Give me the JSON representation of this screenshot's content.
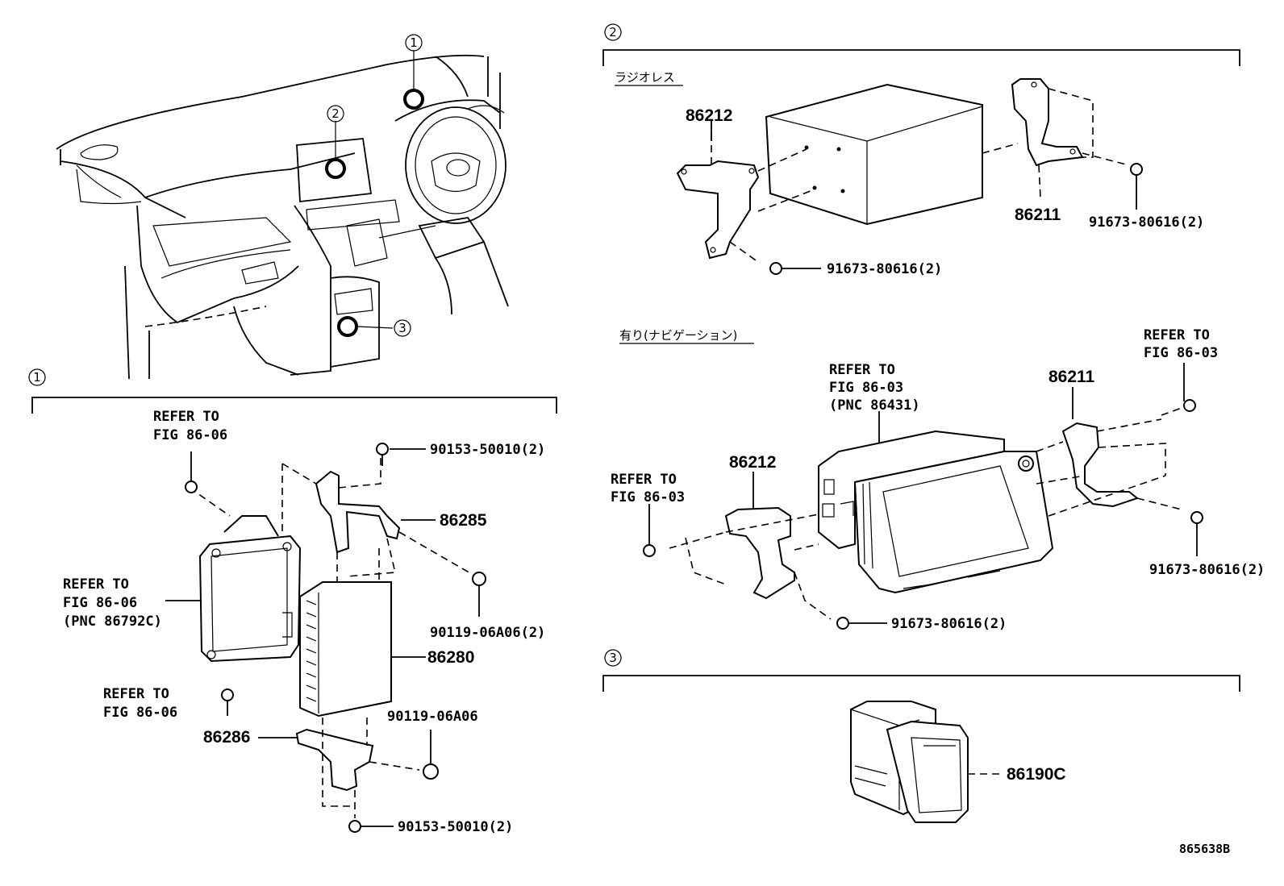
{
  "figure_id": "865638B",
  "overview": {
    "callouts": [
      "1",
      "2",
      "3"
    ]
  },
  "section1": {
    "id": "1",
    "labels": {
      "refer_top": [
        "REFER TO",
        "FIG 86-06"
      ],
      "refer_mid": [
        "REFER TO",
        "FIG 86-06",
        "(PNC 86792C)"
      ],
      "refer_bottom": [
        "REFER TO",
        "FIG 86-06"
      ],
      "bolt_top": "90153-50010(2)",
      "bracket_top": "86285",
      "bolt_mid": "90119-06A06(2)",
      "amplifier": "86280",
      "bolt_low": "90119-06A06",
      "bracket_low": "86286",
      "bolt_bottom": "90153-50010(2)"
    }
  },
  "section2": {
    "id": "2",
    "radioless": {
      "title": "ラジオレス",
      "bracket_left": "86212",
      "bracket_right": "86211",
      "screw_right": "91673-80616(2)",
      "screw_left": "91673-80616(2)"
    },
    "navigation": {
      "title": "有り(ナビゲーション)",
      "refer_center": [
        "REFER TO",
        "FIG 86-03",
        "(PNC 86431)"
      ],
      "refer_right": [
        "REFER TO",
        "FIG 86-03"
      ],
      "refer_left": [
        "REFER TO",
        "FIG 86-03"
      ],
      "bracket_left": "86212",
      "bracket_right": "86211",
      "screw_right": "91673-80616(2)",
      "screw_bottom": "91673-80616(2)"
    }
  },
  "section3": {
    "id": "3",
    "switch": "86190C"
  }
}
